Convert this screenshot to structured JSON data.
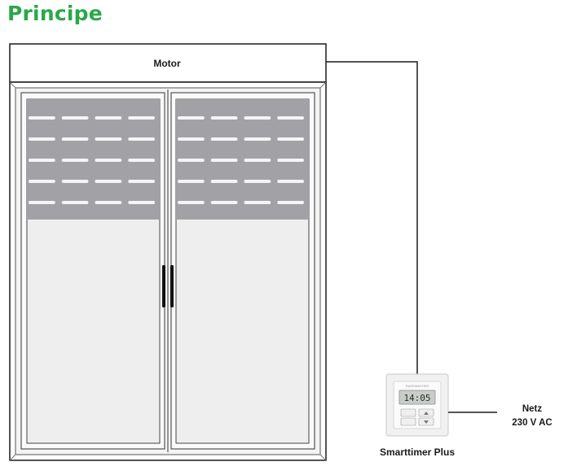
{
  "heading": "Principe",
  "motor_label": "Motor",
  "device": {
    "name": "Smarttimer Plus",
    "display_time": "14:05",
    "brand": "RADEMACHER"
  },
  "power": {
    "line1": "Netz",
    "line2": "230 V AC"
  },
  "shutter": {
    "slat_rows": 5,
    "slat_columns_per_pane": 4
  },
  "colors": {
    "heading": "#2ba84a",
    "shutter": "#a2a2a6",
    "glass": "#efefef",
    "lines": "#1a1a1a"
  }
}
